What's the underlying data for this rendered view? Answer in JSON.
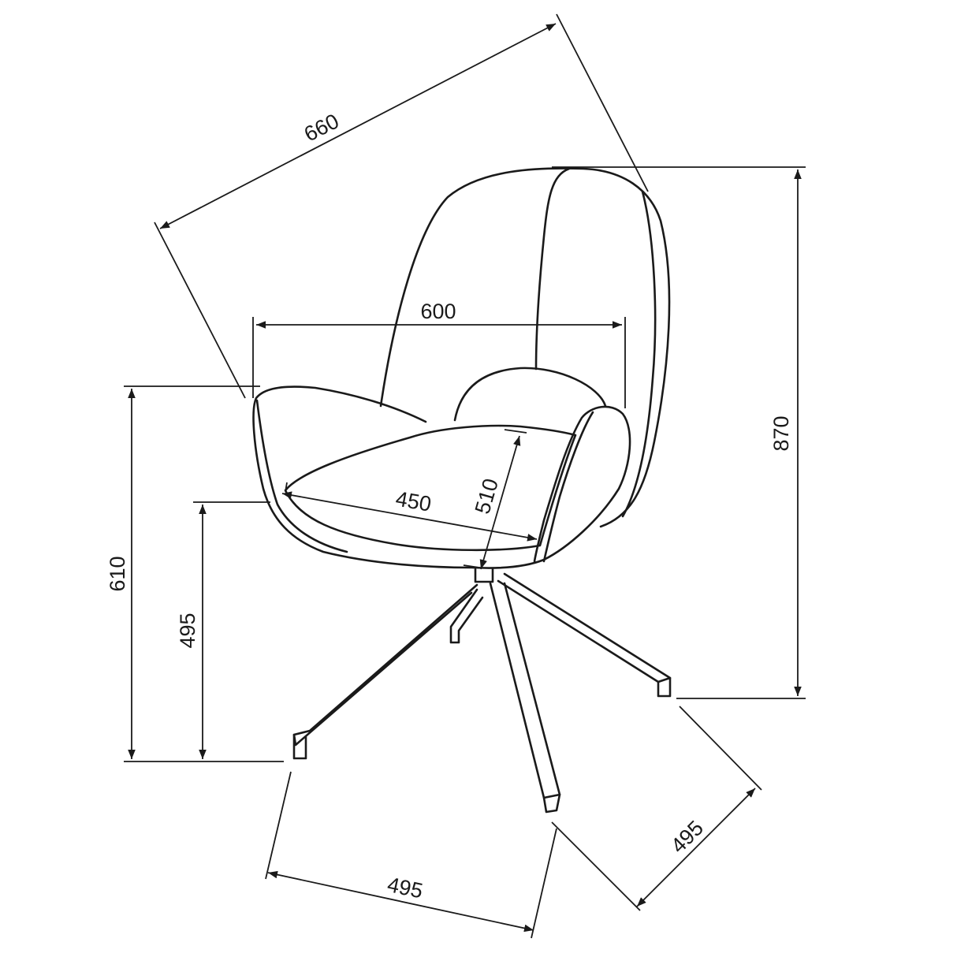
{
  "colors": {
    "line": "#1a1a1a",
    "background": "#ffffff"
  },
  "dimensions": {
    "overall_depth": "660",
    "back_width": "600",
    "total_height": "870",
    "arm_height": "610",
    "seat_height": "495",
    "seat_width": "450",
    "seat_depth": "510",
    "base_front": "495",
    "base_side": "495"
  }
}
